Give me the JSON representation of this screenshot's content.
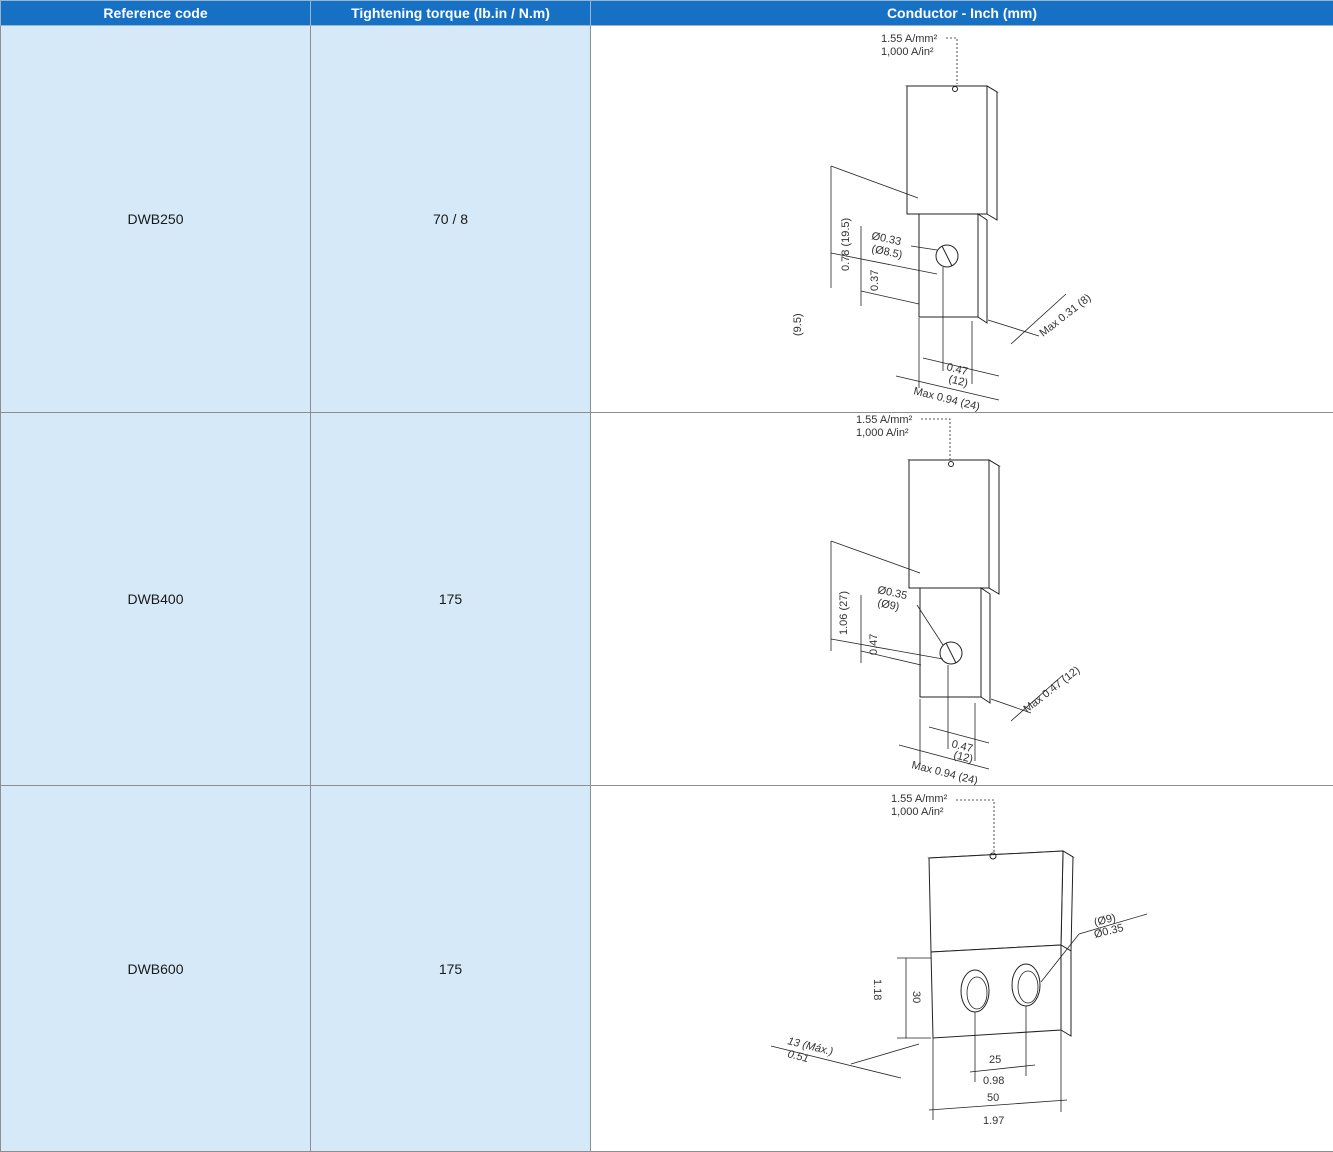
{
  "table": {
    "headers": [
      "Reference code",
      "Tightening torque (lb.in / N.m)",
      "Conductor - Inch (mm)"
    ],
    "rows": [
      {
        "code": "DWB250",
        "torque": "70 / 8",
        "drawing": {
          "density_mm": "1.55 A/mm²",
          "density_in": "1,000 A/in²",
          "height": "0.78 (19.5)",
          "hole_offset": "0.37",
          "offset_mm": "(9.5)",
          "hole_dia_in": "Ø0.33",
          "hole_dia_mm": "(Ø8.5)",
          "thickness": "Max 0.31 (8)",
          "hole_pos_in": "0.47",
          "hole_pos_mm": "(12)",
          "width": "Max 0.94 (24)"
        }
      },
      {
        "code": "DWB400",
        "torque": "175",
        "drawing": {
          "density_mm": "1.55 A/mm²",
          "density_in": "1,000 A/in²",
          "height": "1.06 (27)",
          "hole_offset": "0.47",
          "hole_dia_in": "Ø0.35",
          "hole_dia_mm": "(Ø9)",
          "thickness": "Max 0.47 (12)",
          "hole_pos_in": "0.47",
          "hole_pos_mm": "(12)",
          "width": "Max 0.94 (24)"
        }
      },
      {
        "code": "DWB600",
        "torque": "175",
        "drawing": {
          "density_mm": "1.55 A/mm²",
          "density_in": "1,000 A/in²",
          "hole_dia_mm": "(Ø9)",
          "hole_dia_in": "Ø0.35",
          "height_in": "1.18",
          "height_mm": "30",
          "thickness_mm": "13 (Máx.)",
          "thickness_in": "0.51",
          "spacing_mm": "25",
          "spacing_in": "0.98",
          "width_mm": "50",
          "width_in": "1.97"
        }
      }
    ]
  }
}
